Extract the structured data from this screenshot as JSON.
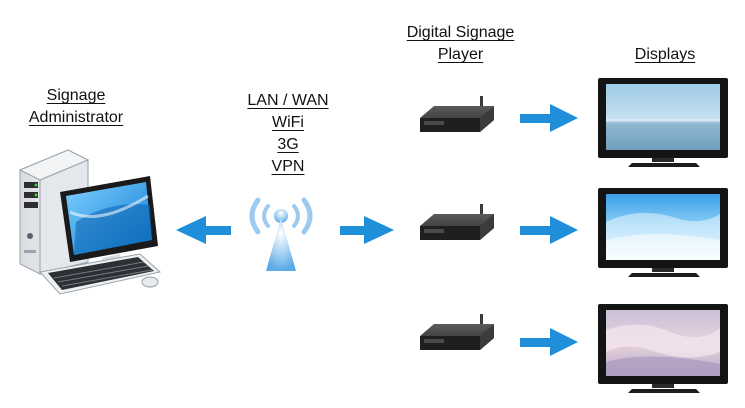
{
  "admin": {
    "lines": [
      "Signage",
      "Administrator"
    ]
  },
  "network": {
    "lines": [
      "LAN / WAN",
      "WiFi",
      "3G",
      "VPN"
    ]
  },
  "player": {
    "lines": [
      "Digital Signage",
      "Player"
    ]
  },
  "displays": {
    "lines": [
      "Displays"
    ]
  },
  "colors": {
    "arrow": "#1e8fd8",
    "signal": "#6fb6f0",
    "device": "#2b2b2b",
    "bezel": "#141414"
  },
  "icons": {
    "computer": "desktop-computer-icon",
    "wireless": "wireless-antenna-icon",
    "player": "media-player-box-icon",
    "display": "tv-display-icon"
  }
}
